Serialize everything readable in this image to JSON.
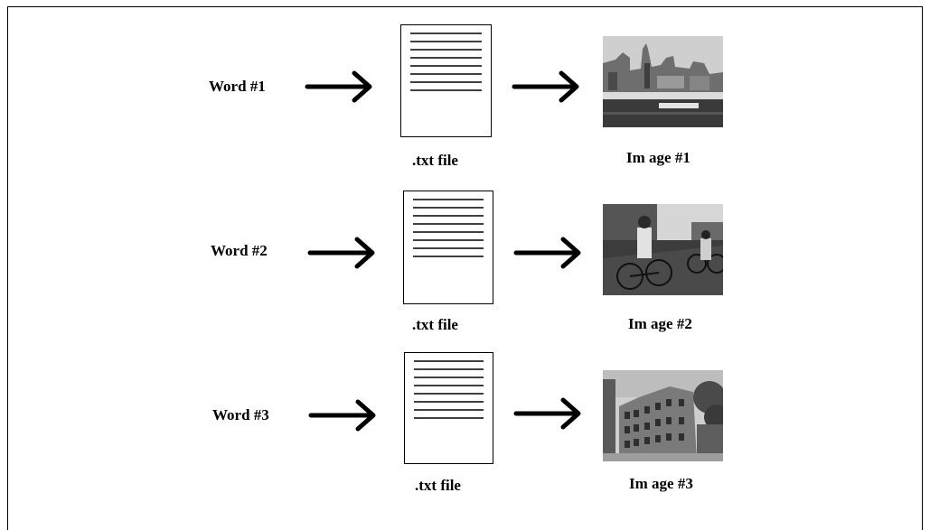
{
  "rows": [
    {
      "word_label": "Word #1",
      "file_label": ".txt file",
      "image_label": "Im age #1",
      "image_subject": "harbor-waterfront-photo"
    },
    {
      "word_label": "Word #2",
      "file_label": ".txt file",
      "image_label": "Im age #2",
      "image_subject": "cyclists-street-photo"
    },
    {
      "word_label": "Word #3",
      "file_label": ".txt file",
      "image_label": "Im age #3",
      "image_subject": "city-building-photo"
    }
  ],
  "colors": {
    "ink": "#000000",
    "background": "#ffffff"
  }
}
